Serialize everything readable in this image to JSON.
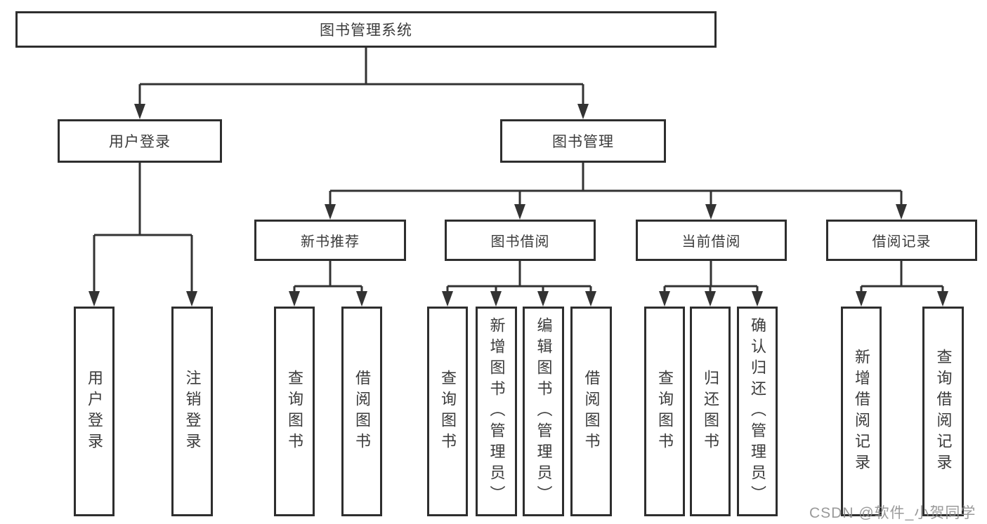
{
  "diagram": {
    "title": "图书管理系统",
    "root": {
      "label": "图书管理系统"
    },
    "level2": [
      {
        "label": "用户登录"
      },
      {
        "label": "图书管理"
      }
    ],
    "level3": [
      {
        "label": "新书推荐",
        "parent": "图书管理"
      },
      {
        "label": "图书借阅",
        "parent": "图书管理"
      },
      {
        "label": "当前借阅",
        "parent": "图书管理"
      },
      {
        "label": "借阅记录",
        "parent": "图书管理"
      }
    ],
    "leaves": [
      {
        "label": "用户登录",
        "parent": "用户登录"
      },
      {
        "label": "注销登录",
        "parent": "用户登录"
      },
      {
        "label": "查询图书",
        "parent": "新书推荐"
      },
      {
        "label": "借阅图书",
        "parent": "新书推荐"
      },
      {
        "label": "查询图书",
        "parent": "图书借阅"
      },
      {
        "label": "新增图书（管理员）",
        "parent": "图书借阅"
      },
      {
        "label": "编辑图书（管理员）",
        "parent": "图书借阅"
      },
      {
        "label": "借阅图书",
        "parent": "图书借阅"
      },
      {
        "label": "查询图书",
        "parent": "当前借阅"
      },
      {
        "label": "归还图书",
        "parent": "当前借阅"
      },
      {
        "label": "确认归还（管理员）",
        "parent": "当前借阅"
      },
      {
        "label": "新增借阅记录",
        "parent": "借阅记录"
      },
      {
        "label": "查询借阅记录",
        "parent": "借阅记录"
      }
    ]
  },
  "watermark": {
    "text": "CSDN @软件_小贺同学"
  },
  "colors": {
    "line": "#333333",
    "border": "#2e2e2e",
    "text": "#3b3b3b",
    "watermark": "#8c8c8c",
    "background": "#ffffff"
  }
}
